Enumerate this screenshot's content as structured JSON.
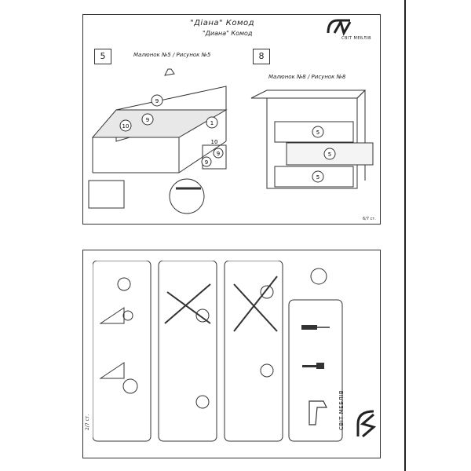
{
  "header": {
    "title": "\"Діана\" Комод",
    "subtitle": "\"Диана\" Комод",
    "brand": "СВІТ МЕБЛІВ"
  },
  "page_top": {
    "step_left": {
      "number": "5",
      "caption": "Малюнок №5 / Рисунок №5"
    },
    "step_right": {
      "number": "8",
      "caption": "Малюнок №8 / Рисунок №8"
    },
    "part_labels": [
      "9",
      "9",
      "10",
      "1",
      "10",
      "9",
      "9"
    ],
    "drawer_labels": [
      "5",
      "5",
      "5"
    ],
    "page_number": "6/7 ст."
  },
  "page_bottom": {
    "page_number": "2/7 ст.",
    "brand": "СВІТ МЕБЛІВ"
  },
  "icons": [
    "logo-icon",
    "hand-icon",
    "screwdriver-icon",
    "hammer-icon",
    "drill-icon"
  ]
}
